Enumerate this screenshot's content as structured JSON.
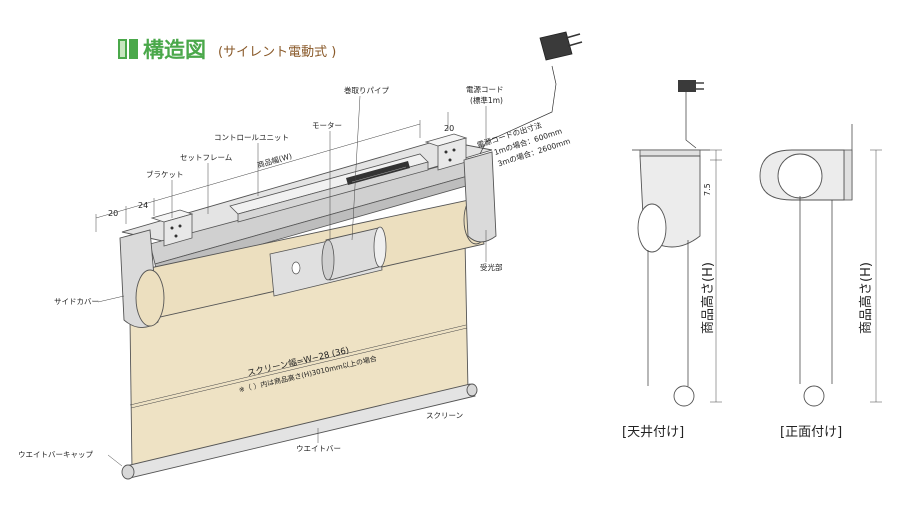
{
  "title": {
    "main": "構造図",
    "sub": "(サイレント電動式 )"
  },
  "colors": {
    "accent_green": "#4aa84a",
    "title_brown": "#8a5a2a",
    "screen_fill": "#eee2c4",
    "metal_fill": "#d9d9d9"
  },
  "labels": {
    "roll_pipe": "巻取りパイプ",
    "power_cord": "電源コード",
    "power_cord_std": "(標準1m)",
    "cord_exit": "電源コードの出寸法",
    "cord_1m": "1mの場合：600mm",
    "cord_3m": "3mの場合：2600mm",
    "control_unit": "コントロールユニット",
    "motor": "モーター",
    "product_width": "商品幅(W)",
    "set_frame": "セットフレーム",
    "bracket": "ブラケット",
    "side_cover": "サイドカバー",
    "receiver": "受光部",
    "screen_width": "スクリーン幅=W−28 (36)",
    "screen_note": "※（ ）内は商品高さ(H)3010mm以上の場合",
    "screen": "スクリーン",
    "weight_bar": "ウエイトバー",
    "weight_bar_cap": "ウエイトバーキャップ"
  },
  "dimensions": {
    "d20_left": "20",
    "d24": "24",
    "d20_right": "20",
    "d7_5": "7.5",
    "height_ceiling": "商品高さ(H)",
    "height_wall": "商品高さ(H)"
  },
  "captions": {
    "ceiling": "[天井付け]",
    "wall": "[正面付け]"
  }
}
